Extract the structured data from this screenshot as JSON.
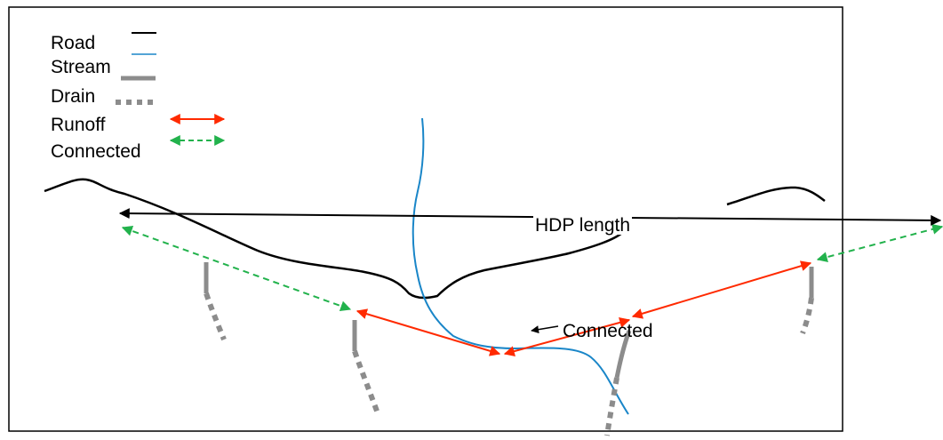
{
  "legend": {
    "road": "Road",
    "stream": "Stream",
    "drain": "Drain",
    "runoff": "Runoff",
    "connected": "Connected"
  },
  "annotations": {
    "hdp_length": "HDP length",
    "connected": "Connected"
  },
  "colors": {
    "road": "#000000",
    "stream": "#1a86c8",
    "drain": "#8c8c8c",
    "runoff": "#ff2a00",
    "connected": "#22b24c",
    "frame": "#000000"
  }
}
